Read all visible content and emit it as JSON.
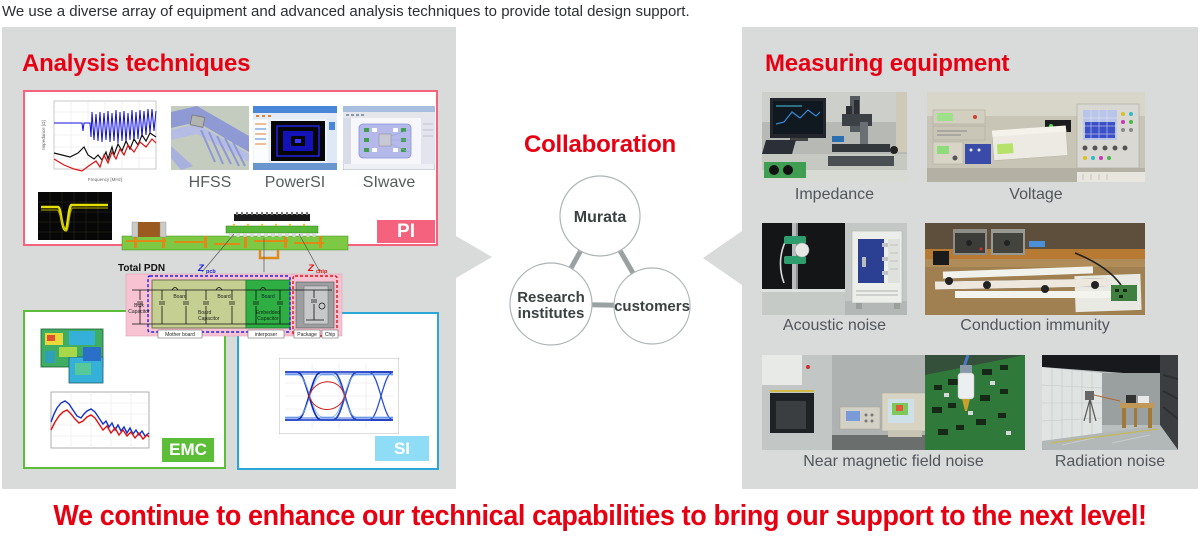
{
  "intro": "We use a diverse array of equipment and advanced analysis techniques to provide total design support.",
  "footer": "We continue to enhance our technical capabilities to bring our support to the next level!",
  "colors": {
    "accent_red": "#e60012",
    "panel_gray": "#d9dada",
    "pi_pink": "#f4627e",
    "emc_green": "#5cbe38",
    "si_border_blue": "#2aa6d8",
    "si_badge_blue": "#8edcf6"
  },
  "analysis": {
    "title": "Analysis techniques",
    "tools": [
      "HFSS",
      "PowerSI",
      "SIwave"
    ],
    "pi_badge": "PI",
    "emc_badge": "EMC",
    "si_badge": "SI",
    "impedance_chart": {
      "ylabel": "Impedance [Ω]",
      "xlabel": "Frequency [MHz]"
    },
    "pdn": {
      "title": "Total PDN",
      "z_main": "Z",
      "zpcb_sub": "pcb",
      "zchip_sub": "chip",
      "bulk_l1": "Bulk",
      "bulk_l2": "Capacitor",
      "board": "Board",
      "board_cap_l1": "Board",
      "board_cap_l2": "Capacitor",
      "embedded_l1": "Embedded",
      "embedded_l2": "Capacitor",
      "mother_board": "Mother board",
      "interposer": "interposer",
      "package": "Package",
      "chip": "Chip"
    }
  },
  "collaboration": {
    "title": "Collaboration",
    "murata": "Murata",
    "research_l1": "Research",
    "research_l2": "institutes",
    "customers": "customers"
  },
  "measuring": {
    "title": "Measuring equipment",
    "items": [
      "Impedance",
      "Voltage",
      "Acoustic noise",
      "Conduction immunity",
      "Near magnetic field noise",
      "Radiation noise"
    ]
  }
}
